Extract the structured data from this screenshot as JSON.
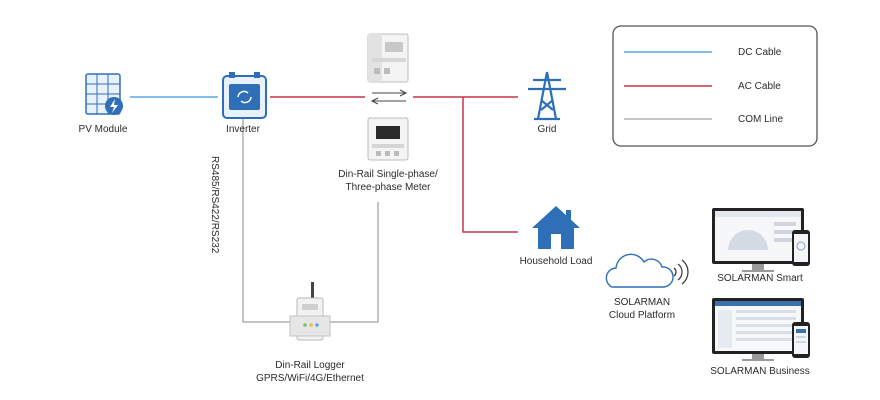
{
  "colors": {
    "dc": "#5aa9e0",
    "ac": "#c9344a",
    "com": "#8a8a8a",
    "icon_blue": "#2f6fb7",
    "icon_light": "#e9f1fb",
    "device_grey": "#d9d9d9"
  },
  "legend": {
    "dc_label": "DC Cable",
    "ac_label": "AC Cable",
    "com_label": "COM Line"
  },
  "nodes": {
    "pv_module": "PV Module",
    "inverter": "Inverter",
    "grid": "Grid",
    "meter_line1": "Din-Rail Single-phase/",
    "meter_line2": "Three-phase Meter",
    "household_load": "Household Load",
    "logger_line1": "Din-Rail Logger",
    "logger_line2": "GPRS/WiFi/4G/Ethernet",
    "cloud_line1": "SOLARMAN",
    "cloud_line2": "Cloud Platform",
    "solarman_smart": "SOLARMAN Smart",
    "solarman_business": "SOLARMAN Business"
  },
  "com_protocol": "RS485/RS422/RS232",
  "icons": [
    "solar-panel-icon",
    "inverter-icon",
    "meter-device-icon",
    "power-tower-icon",
    "house-icon",
    "logger-device-icon",
    "cloud-icon",
    "wifi-signal-icon",
    "monitor-icon",
    "phone-icon"
  ]
}
